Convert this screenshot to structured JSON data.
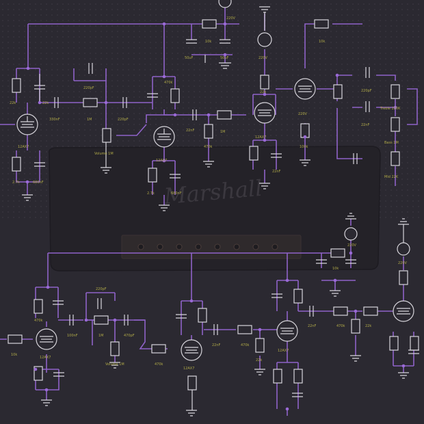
{
  "amp_logo": "Marshall",
  "colors": {
    "wire": "#8f63c9",
    "component": "#d8d6dc",
    "label": "#b1aa48",
    "background": "#2b2931",
    "node": "#9a6ad6"
  },
  "labels": [
    "220V",
    "10k",
    "50uF",
    "50uF",
    "22k",
    "22k",
    "470k",
    "220V",
    "22k",
    "220pF",
    "330nF",
    "1M",
    "220pF",
    "10k",
    "12AX7",
    "470k",
    "1M",
    "12AX7",
    "220V",
    "12AX7",
    "22nF",
    "100k",
    "22nF",
    "220pF",
    "Treble 220K",
    "22nF",
    "Bass 1M",
    "Mid 22K",
    "Volume 1M",
    "2.7k",
    "680nF",
    "12AX7",
    "2.7k",
    "680nF",
    "10k",
    "470k",
    "220pF",
    "100nF",
    "1M",
    "470pF",
    "Volume 1M",
    "470k",
    "220V",
    "12AX7",
    "22nF",
    "470k",
    "22k",
    "22nF",
    "470k",
    "22k",
    "10k",
    "12AX7",
    "220V"
  ]
}
